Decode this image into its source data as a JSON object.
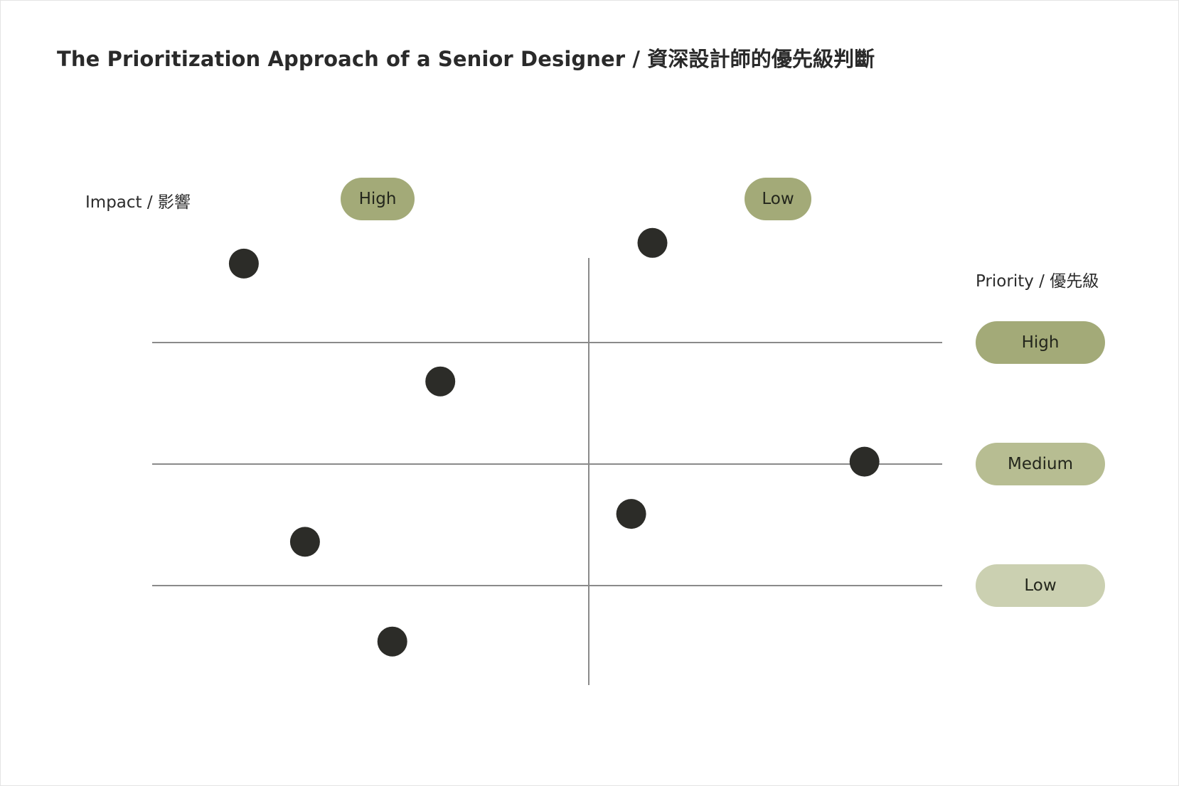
{
  "title": "The Prioritization Approach of a Senior Designer / 資深設計師的優先級判斷",
  "impact_axis": {
    "label": "Impact / 影響",
    "columns": [
      "High",
      "Low"
    ]
  },
  "priority_axis": {
    "label": "Priority / 優先級",
    "levels": [
      "High",
      "Medium",
      "Low"
    ]
  },
  "colors": {
    "pill_high": "#a3aa78",
    "pill_medium": "#b7bd92",
    "pill_low": "#cbd0b1",
    "dot": "#2c2c28",
    "line": "#8a8a8a"
  },
  "items": [
    {
      "impact": "High",
      "priority": "High",
      "impact_pos": 0.21,
      "priority_pos": 0.65
    },
    {
      "impact": "Low",
      "priority": "High",
      "impact_pos": 0.18,
      "priority_pos": 0.82
    },
    {
      "impact": "High",
      "priority": "Medium",
      "impact_pos": 0.66,
      "priority_pos": 0.68
    },
    {
      "impact": "Low",
      "priority": "Medium",
      "impact_pos": 0.78,
      "priority_pos": 0.02
    },
    {
      "impact": "Low",
      "priority": "Low",
      "impact_pos": 0.12,
      "priority_pos": 0.59
    },
    {
      "impact": "High",
      "priority": "Low",
      "impact_pos": 0.35,
      "priority_pos": 0.36
    },
    {
      "impact": "High",
      "priority": "Low",
      "impact_pos": 0.55,
      "priority_pos": -0.46
    }
  ]
}
